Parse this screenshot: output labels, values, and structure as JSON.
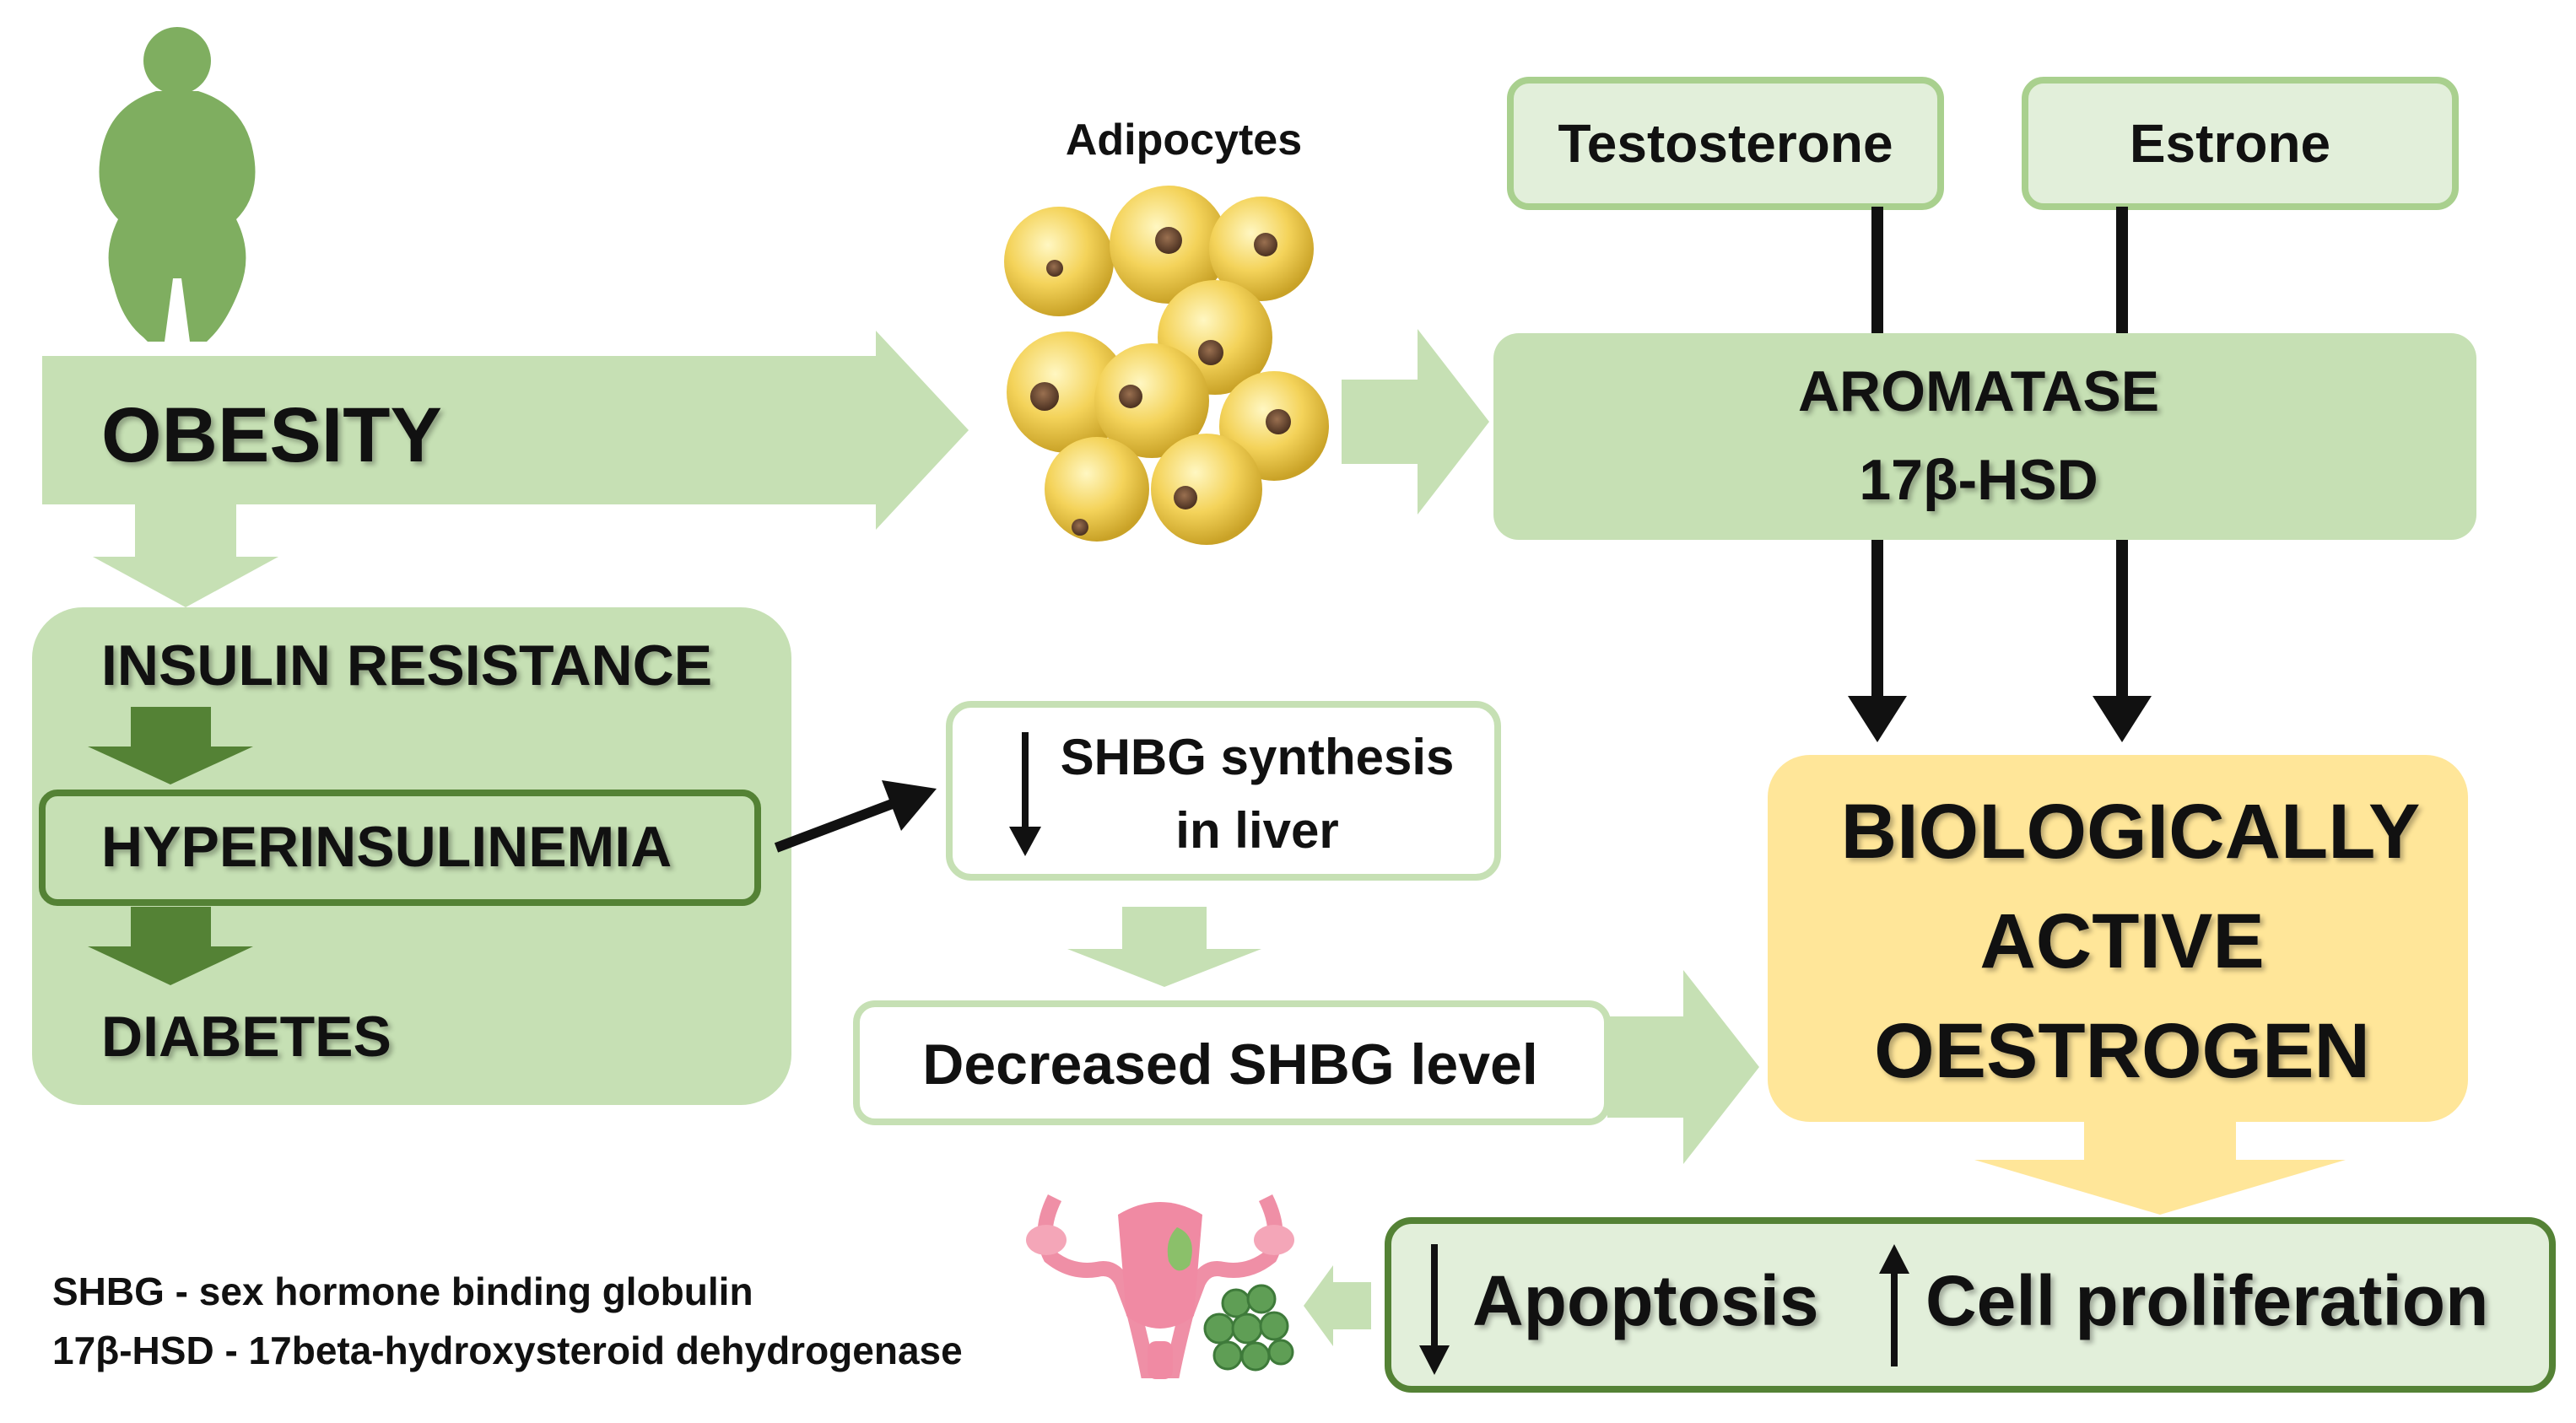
{
  "labels": {
    "obesity": "OBESITY",
    "adipocytes": "Adipocytes",
    "testosterone": "Testosterone",
    "estrone": "Estrone",
    "aromatase": "AROMATASE",
    "hsd": "17β-HSD",
    "insulin_resistance": "INSULIN RESISTANCE",
    "hyperinsulinemia": "HYPERINSULINEMIA",
    "diabetes": "DIABETES",
    "shbg_synthesis_line1": "SHBG synthesis",
    "shbg_synthesis_line2": "in liver",
    "decreased_shbg": "Decreased SHBG level",
    "bio_line1": "BIOLOGICALLY",
    "bio_line2": "ACTIVE",
    "bio_line3": "OESTROGEN",
    "apoptosis": "Apoptosis",
    "cell_proliferation": "Cell proliferation"
  },
  "legend": {
    "line1": "SHBG - sex hormone binding globulin",
    "line2": "17β-HSD - 17beta-hydroxysteroid dehydrogenase"
  },
  "colors": {
    "light_green": "#c6e0b4",
    "dark_green": "#548235",
    "border_green": "#a9d08e",
    "oestrogen_yellow": "#ffe699",
    "text": "#111111"
  }
}
